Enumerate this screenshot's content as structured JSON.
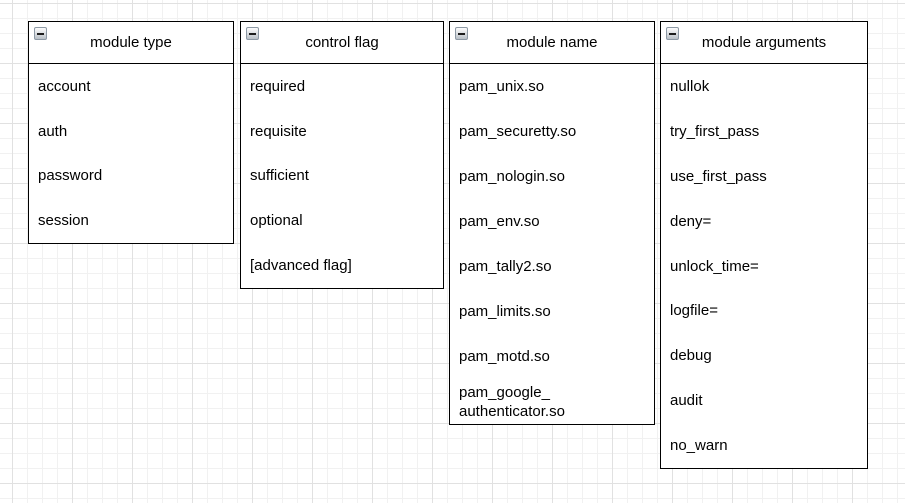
{
  "theme": {
    "canvas_bg": "#ffffff",
    "grid_minor": "#f1f1f1",
    "grid_major": "#e1e1e1",
    "shape_fill": "#ffffff",
    "shape_border": "#000000",
    "text": "#000000",
    "collapse_border": "#8d99a5",
    "collapse_fill_top": "#fdfdfd",
    "collapse_fill_bottom": "#b9c0c7",
    "minus": "#1c1c1c"
  },
  "icons": {
    "collapse": "minus-square-icon"
  },
  "boxes": [
    {
      "title": "module type",
      "items": [
        "account",
        "auth",
        "password",
        "session"
      ]
    },
    {
      "title": "control flag",
      "items": [
        "required",
        "requisite",
        "sufficient",
        "optional",
        "[advanced flag]"
      ]
    },
    {
      "title": "module name",
      "items": [
        "pam_unix.so",
        "pam_securetty.so",
        "pam_nologin.so",
        "pam_env.so",
        "pam_tally2.so",
        "pam_limits.so",
        "pam_motd.so",
        "pam_google_\nauthenticator.so"
      ]
    },
    {
      "title": "module arguments",
      "items": [
        "nullok",
        "try_first_pass",
        "use_first_pass",
        "deny=",
        "unlock_time=",
        "logfile=",
        "debug",
        "audit",
        "no_warn"
      ]
    }
  ]
}
